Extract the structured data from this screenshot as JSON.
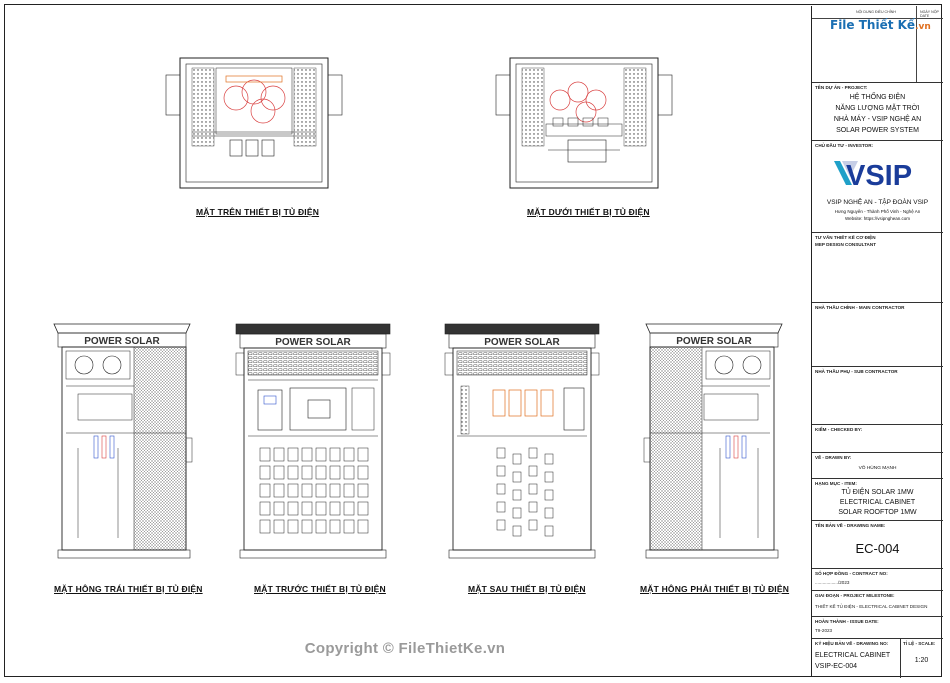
{
  "views": {
    "top": "MẶT TRÊN THIẾT BỊ TỦ ĐIỆN",
    "bottom": "MẶT DƯỚI THIẾT BỊ TỦ ĐIỆN",
    "left_side": "MẶT HÔNG TRÁI THIẾT BỊ TỦ ĐIỆN",
    "front": "MẶT TRƯỚC THIẾT BỊ TỦ ĐIỆN",
    "back": "MẶT SAU THIẾT BỊ TỦ ĐIỆN",
    "right_side": "MẶT HÔNG PHẢI THIẾT BỊ TỦ ĐIỆN"
  },
  "cabinet_label": "POWER SOLAR",
  "header": {
    "col1": "NỘI DUNG ĐIỀU CHỈNH",
    "col2": "NGÀY NỘP DATE"
  },
  "brand": {
    "main": "File Thiết Kế",
    "suffix": ".vn"
  },
  "title_block": {
    "project_label": "TÊN DỰ ÁN - PROJECT:",
    "project_lines": [
      "HỆ THỐNG ĐIỆN",
      "NĂNG LƯỢNG MẶT TRỜI",
      "NHÀ MÁY - VSIP NGHỆ AN",
      "SOLAR POWER SYSTEM"
    ],
    "investor_label": "CHỦ ĐẦU TƯ - INVESTOR:",
    "investor_logo": "VSIP",
    "investor_name": "VSIP NGHỆ AN - TẬP ĐOÀN VSIP",
    "investor_addr": "Hưng Nguyên - Thành Phố Vinh - Nghệ An",
    "investor_web": "Website: https://vsipnghean.com",
    "consultant_label": "TƯ VẤN THIẾT KẾ CƠ ĐIỆN",
    "consultant_sub": "MEP DESIGN CONSULTANT",
    "main_contractor_label": "NHÀ THẦU CHÍNH - MAIN CONTRACTOR",
    "sub_contractor_label": "NHÀ THẦU PHỤ - SUB CONTRACTOR",
    "checked_label": "KIỂM - CHECKED BY:",
    "drawn_label": "VẼ - DRAWN BY:",
    "drawn_value": "VÕ HÙNG MẠNH",
    "item_label": "HẠNG MỤC - ITEM:",
    "item_lines": [
      "TỦ ĐIỆN SOLAR 1MW",
      "ELECTRICAL CABINET",
      "SOLAR ROOFTOP 1MW"
    ],
    "drawing_name_label": "TÊN BẢN VẼ - DRAWING NAME:",
    "drawing_name": "EC-004",
    "contract_label": "SỐ HỢP ĐỒNG - CONTRACT NO:",
    "contract_value": "................../2023",
    "milestone_label": "GIAI ĐOẠN - PROJECT MILESTONE:",
    "milestone_value": "THIẾT KẾ TỦ ĐIỆN - ELECTRICAL CABINET DESIGN",
    "issue_label": "HOÀN THÀNH - ISSUE DATE:",
    "issue_value": "T9-2023",
    "drawing_no_label": "KÝ HIỆU BẢN VẼ - DRAWING NO:",
    "drawing_no_lines": [
      "ELECTRICAL CABINET",
      "VSIP-EC-004"
    ],
    "scale_label": "TỈ LỆ - SCALE:",
    "scale_value": "1:20"
  },
  "watermark": "Copyright © FileThietKe.vn",
  "colors": {
    "line": "#222222",
    "accent_red": "#d94040",
    "accent_blue": "#3355cc",
    "accent_orange": "#e07020",
    "vsip_blue": "#1a3c9a",
    "vsip_teal": "#20a0c8"
  }
}
